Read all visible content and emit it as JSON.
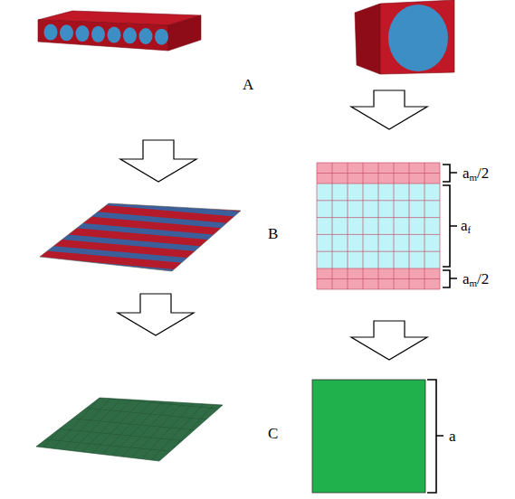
{
  "diagram": {
    "labels": [
      "A",
      "B",
      "C",
      "am/2",
      "af",
      "am/2",
      "a"
    ]
  }
}
